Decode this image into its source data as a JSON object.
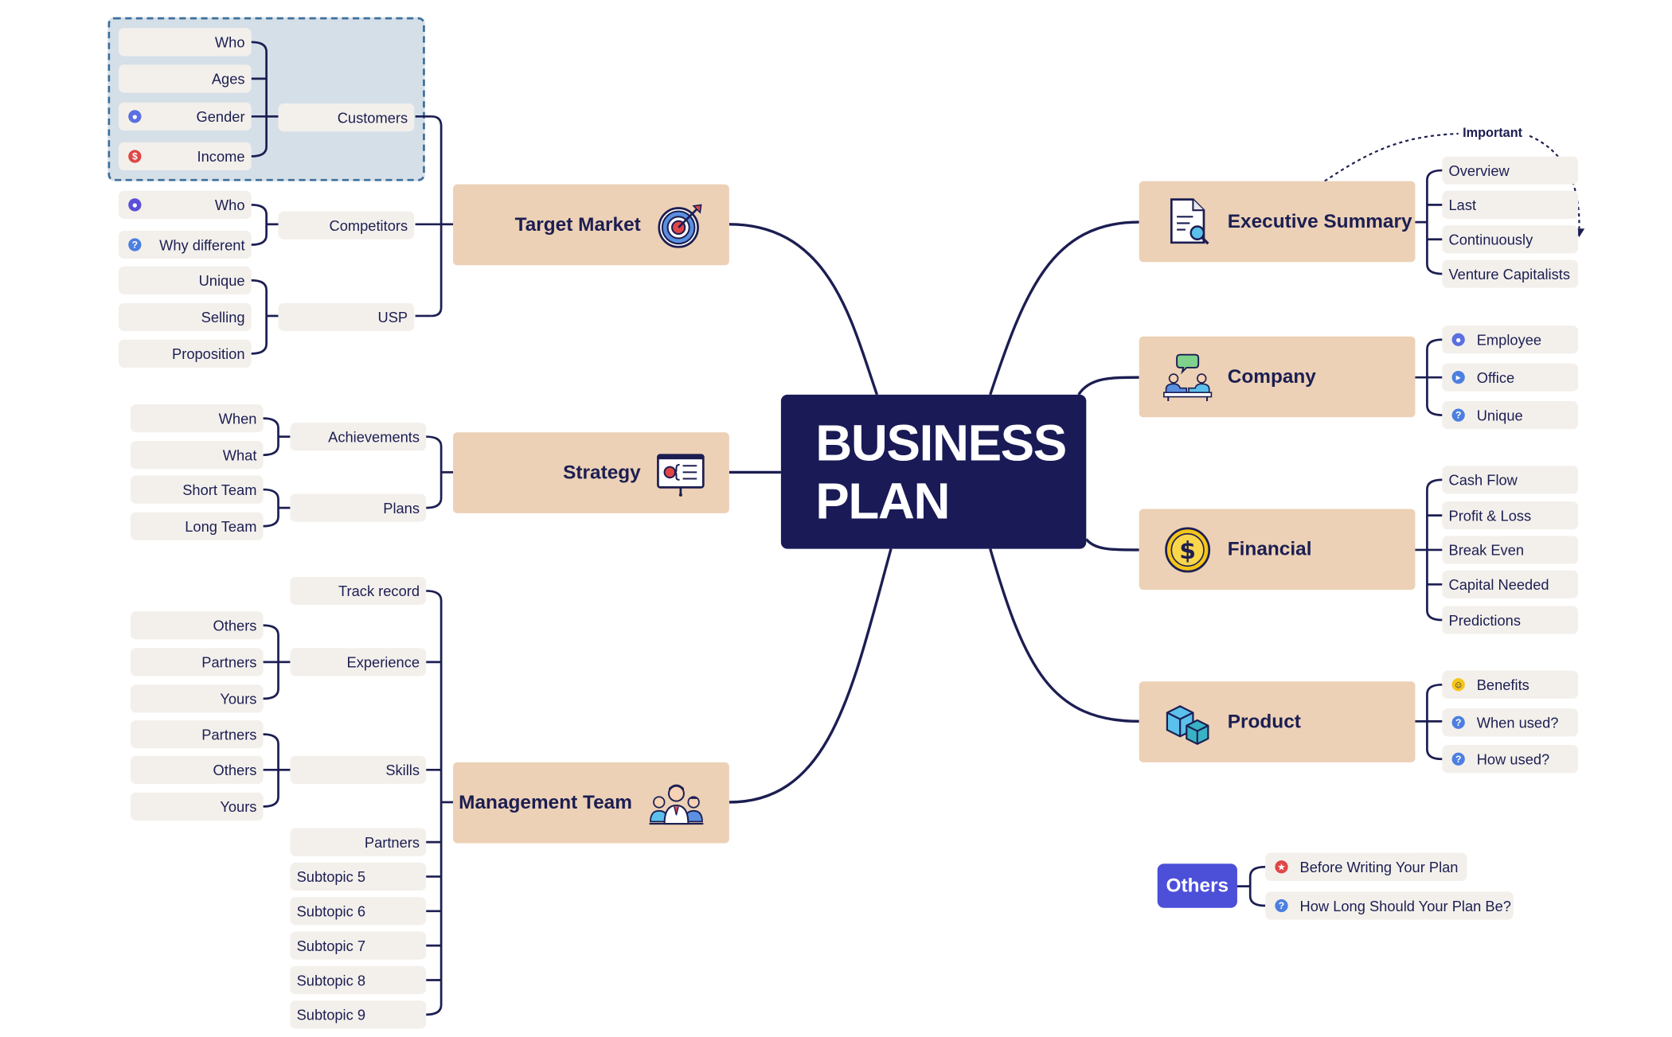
{
  "central": {
    "line1": "BUSINESS",
    "line2": "PLAN"
  },
  "colors": {
    "node_fill": "#ecd1b6",
    "central_fill": "#191a56",
    "line": "#1c1e52",
    "leaf_fill": "#f3f0ec",
    "group_fill": "#d5dfe8",
    "others_fill": "#4c4fd8"
  },
  "left": {
    "target_market": {
      "label": "Target Market",
      "icon": "target-icon",
      "customers": {
        "label": "Customers",
        "items": [
          "Who",
          "Ages",
          "Gender",
          "Income"
        ]
      },
      "competitors": {
        "label": "Competitors",
        "items": [
          "Who",
          "Why different"
        ]
      },
      "usp": {
        "label": "USP",
        "items": [
          "Unique",
          "Selling",
          "Proposition"
        ]
      }
    },
    "strategy": {
      "label": "Strategy",
      "icon": "presentation-board-icon",
      "achievements": {
        "label": "Achievements",
        "items": [
          "When",
          "What"
        ]
      },
      "plans": {
        "label": "Plans",
        "items": [
          "Short Team",
          "Long Team"
        ]
      }
    },
    "management_team": {
      "label": "Management Team",
      "icon": "team-icon",
      "track_record": "Track record",
      "experience": {
        "label": "Experience",
        "items": [
          "Others",
          "Partners",
          "Yours"
        ]
      },
      "skills": {
        "label": "Skills",
        "items": [
          "Partners",
          "Others",
          "Yours"
        ]
      },
      "others": [
        "Partners",
        "Subtopic 5",
        "Subtopic 6",
        "Subtopic 7",
        "Subtopic 8",
        "Subtopic 9"
      ]
    }
  },
  "right": {
    "executive_summary": {
      "label": "Executive Summary",
      "icon": "document-search-icon",
      "items": [
        "Overview",
        "Last",
        "Continuously",
        "Venture Capitalists"
      ],
      "relation_label": "Important"
    },
    "company": {
      "label": "Company",
      "icon": "meeting-icon",
      "items": [
        "Employee",
        "Office",
        "Unique"
      ]
    },
    "financial": {
      "label": "Financial",
      "icon": "dollar-coin-icon",
      "items": [
        "Cash Flow",
        "Profit & Loss",
        "Break Even",
        "Capital Needed",
        "Predictions"
      ]
    },
    "product": {
      "label": "Product",
      "icon": "boxes-icon",
      "items": [
        "Benefits",
        "When used?",
        "How used?"
      ]
    }
  },
  "floating": {
    "label": "Others",
    "items": [
      "Before Writing Your Plan",
      "How Long Should Your Plan Be?"
    ]
  }
}
